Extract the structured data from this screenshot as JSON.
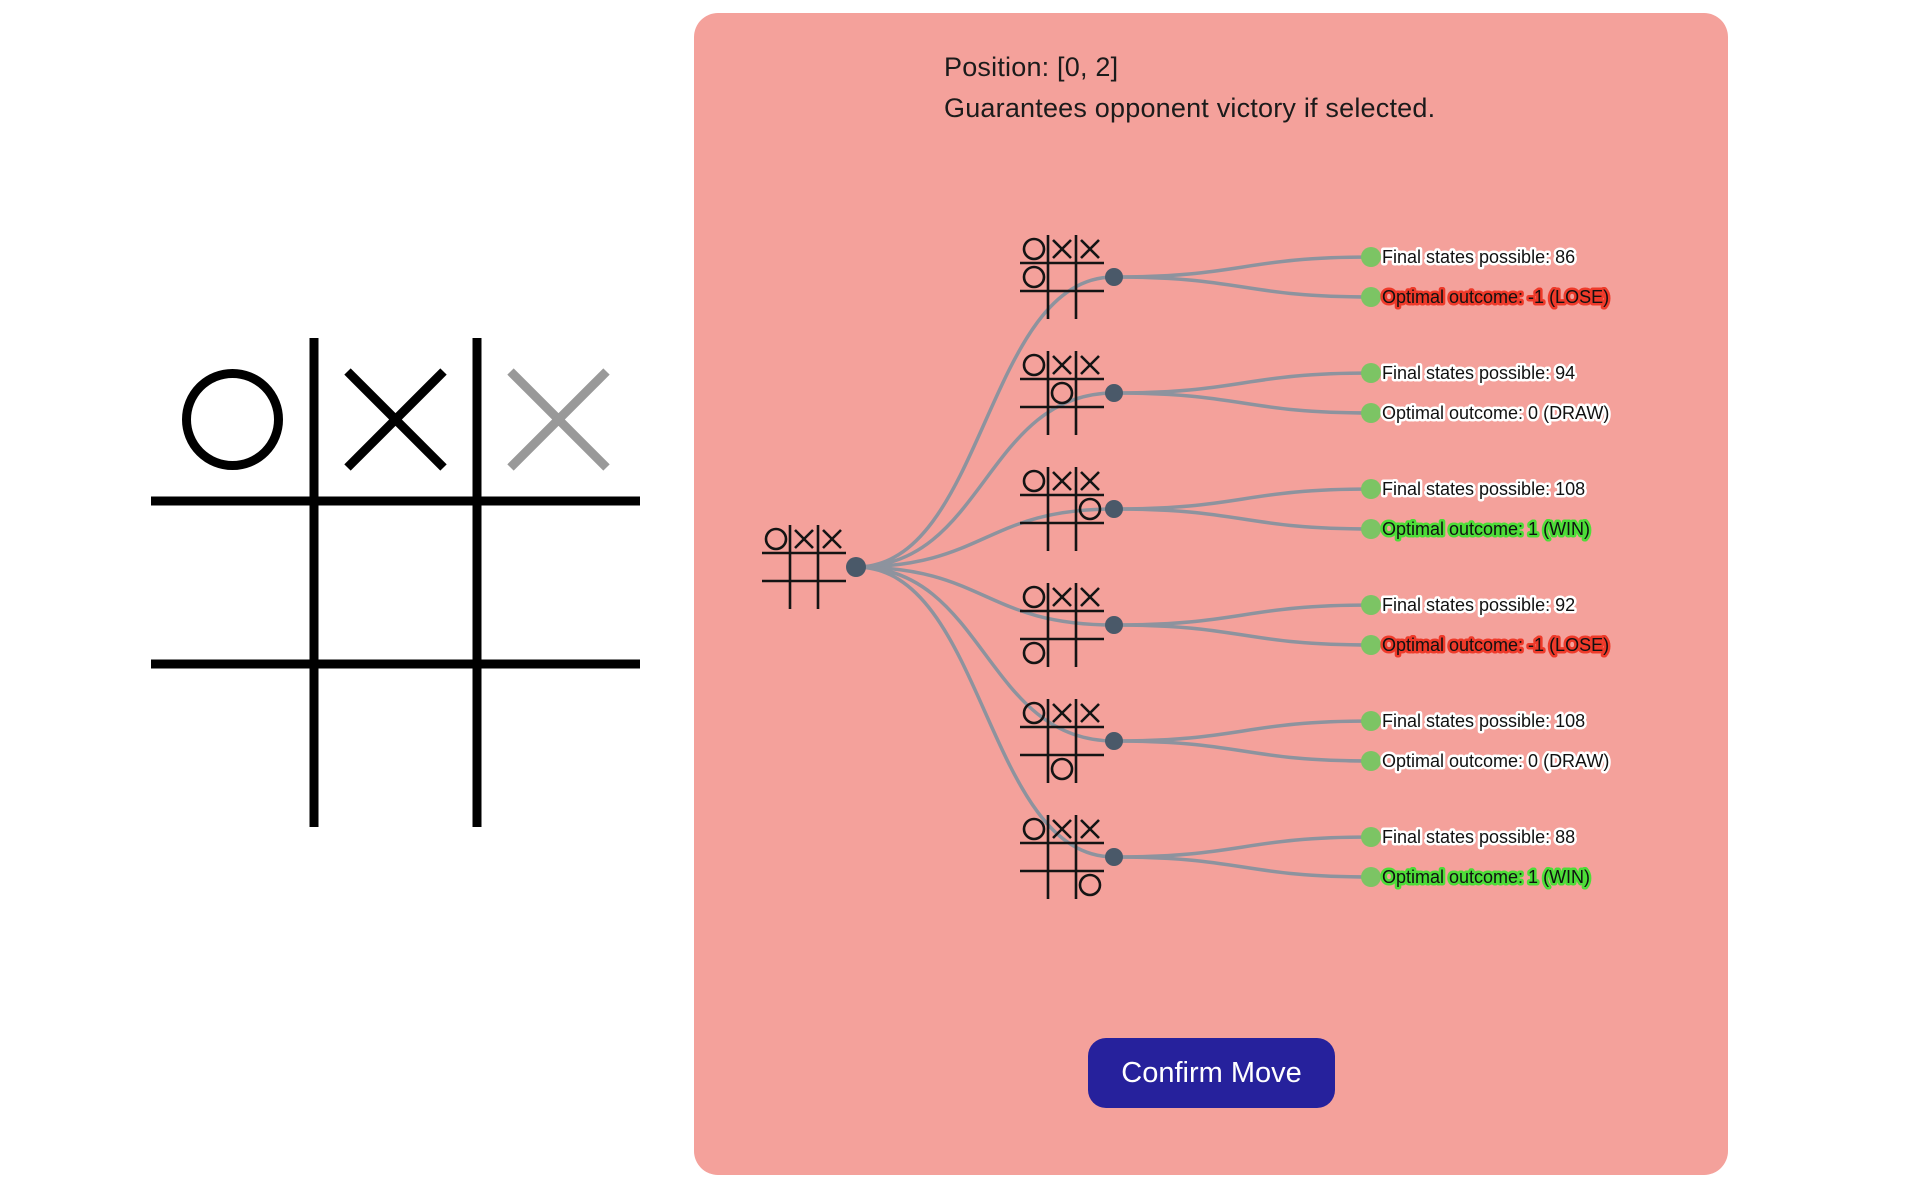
{
  "panel": {
    "position_label": "Position: [0, 2]",
    "warning_text": "Guarantees opponent victory if selected.",
    "confirm_button_label": "Confirm Move",
    "background_color": "#f4a19b",
    "confirm_button_color": "#26219c"
  },
  "main_board": {
    "cells": [
      [
        "O",
        "X",
        ""
      ],
      [
        "",
        "",
        ""
      ],
      [
        "",
        "",
        ""
      ]
    ],
    "preview_move": {
      "row": 0,
      "col": 2,
      "symbol": "X",
      "color": "#999999"
    }
  },
  "tree": {
    "root": {
      "cells": [
        [
          "O",
          "X",
          "X"
        ],
        [
          "",
          "",
          ""
        ],
        [
          "",
          "",
          ""
        ]
      ]
    },
    "children": [
      {
        "cells": [
          [
            "O",
            "X",
            "X"
          ],
          [
            "O",
            "",
            ""
          ],
          [
            "",
            "",
            ""
          ]
        ],
        "final_states_label": "Final states possible: 86",
        "outcome_label": "Optimal outcome: -1 (LOSE)",
        "outcome": "lose",
        "outcome_stroke": "#ee3a2a"
      },
      {
        "cells": [
          [
            "O",
            "X",
            "X"
          ],
          [
            "",
            "O",
            ""
          ],
          [
            "",
            "",
            ""
          ]
        ],
        "final_states_label": "Final states possible: 94",
        "outcome_label": "Optimal outcome: 0 (DRAW)",
        "outcome": "draw",
        "outcome_stroke": "#ffffff"
      },
      {
        "cells": [
          [
            "O",
            "X",
            "X"
          ],
          [
            "",
            "",
            "O"
          ],
          [
            "",
            "",
            ""
          ]
        ],
        "final_states_label": "Final states possible: 108",
        "outcome_label": "Optimal outcome: 1 (WIN)",
        "outcome": "win",
        "outcome_stroke": "#4ddd38"
      },
      {
        "cells": [
          [
            "O",
            "X",
            "X"
          ],
          [
            "",
            "",
            ""
          ],
          [
            "O",
            "",
            ""
          ]
        ],
        "final_states_label": "Final states possible: 92",
        "outcome_label": "Optimal outcome: -1 (LOSE)",
        "outcome": "lose",
        "outcome_stroke": "#ee3a2a"
      },
      {
        "cells": [
          [
            "O",
            "X",
            "X"
          ],
          [
            "",
            "",
            ""
          ],
          [
            "",
            "O",
            ""
          ]
        ],
        "final_states_label": "Final states possible: 108",
        "outcome_label": "Optimal outcome: 0 (DRAW)",
        "outcome": "draw",
        "outcome_stroke": "#ffffff"
      },
      {
        "cells": [
          [
            "O",
            "X",
            "X"
          ],
          [
            "",
            "",
            ""
          ],
          [
            "",
            "",
            "O"
          ]
        ],
        "final_states_label": "Final states possible: 88",
        "outcome_label": "Optimal outcome: 1 (WIN)",
        "outcome": "win",
        "outcome_stroke": "#4ddd38"
      }
    ],
    "colors": {
      "link": "#8d939e",
      "node_dot": "#4a5969",
      "label_dot": "#7cc464",
      "board_lines": "#141414"
    }
  }
}
